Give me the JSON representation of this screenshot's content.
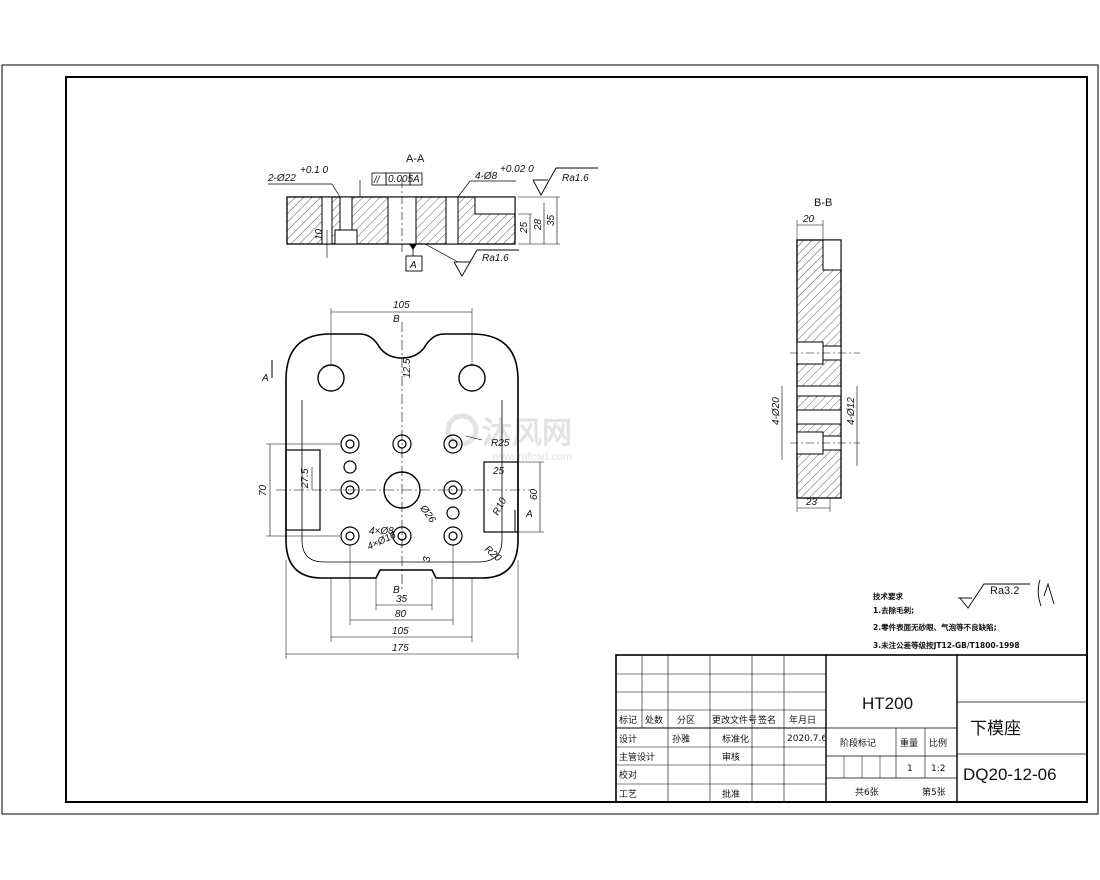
{
  "section_aa": {
    "title": "A-A",
    "hole_callout_left": "2-Ø22",
    "hole_tol_left": "+0.1 0",
    "parallelism_symbol": "//",
    "parallelism_value": "0.005",
    "parallelism_datum": "A",
    "hole_callout_right": "4-Ø8",
    "hole_tol_right": "+0.02 0",
    "roughness_top": "Ra1.6",
    "roughness_bottom": "Ra1.6",
    "datum_label": "A",
    "dim_left_vert": "10",
    "dim_25": "25",
    "dim_28": "28",
    "dim_35": "35"
  },
  "plan_view": {
    "cut_label_top": "B",
    "cut_label_bottom": "B",
    "cut_label_left": "A",
    "cut_label_right": "A",
    "dim_105_top": "105",
    "dim_12_5_top": "12.5",
    "dim_r25": "R25",
    "dim_27_5": "27.5",
    "dim_70": "70",
    "dim_25_right": "25",
    "dim_60": "60",
    "dim_p10": "R10",
    "dim_r20": "R20",
    "dim_center_hole": "Ø26",
    "dim_4xphi8": "4×Ø8",
    "dim_4xphi16": "4×Ø16",
    "dim_3": "3",
    "dim_35": "35",
    "dim_80": "80",
    "dim_105_bottom": "105",
    "dim_175": "175"
  },
  "section_bb": {
    "title": "B-B",
    "dim_20_top": "20",
    "dim_4phi20": "4-Ø20",
    "dim_4phi12": "4-Ø12",
    "dim_23": "23"
  },
  "watermark": {
    "text": "沐风网",
    "url": "www.mfcad.com"
  },
  "notes": {
    "heading": "技术要求",
    "line1": "1.去除毛刺;",
    "line2": "2.零件表面无砂眼、气泡等不良缺陷;",
    "line3": "3.未注公差等级按JT12-GB/T1800-1998",
    "roughness_general": "Ra3.2"
  },
  "title_block": {
    "material": "HT200",
    "part_name": "下模座",
    "drawing_no": "DQ20-12-06",
    "rev_headers": [
      "标记",
      "处数",
      "分区",
      "更改文件号",
      "签名",
      "年月日"
    ],
    "designer_label": "设计",
    "designer_name": "孙雅",
    "date": "2020.7.6",
    "std_label": "标准化",
    "stage_label": "阶段标记",
    "weight_label": "重量",
    "scale_label": "比例",
    "drafter_label": "主管设计",
    "review_label": "审核",
    "check_label": "校对",
    "process_label": "工艺",
    "approve_label": "批准",
    "qty": "1",
    "scale": "1:2",
    "sheets_total": "共6张",
    "sheet_no": "第5张"
  }
}
